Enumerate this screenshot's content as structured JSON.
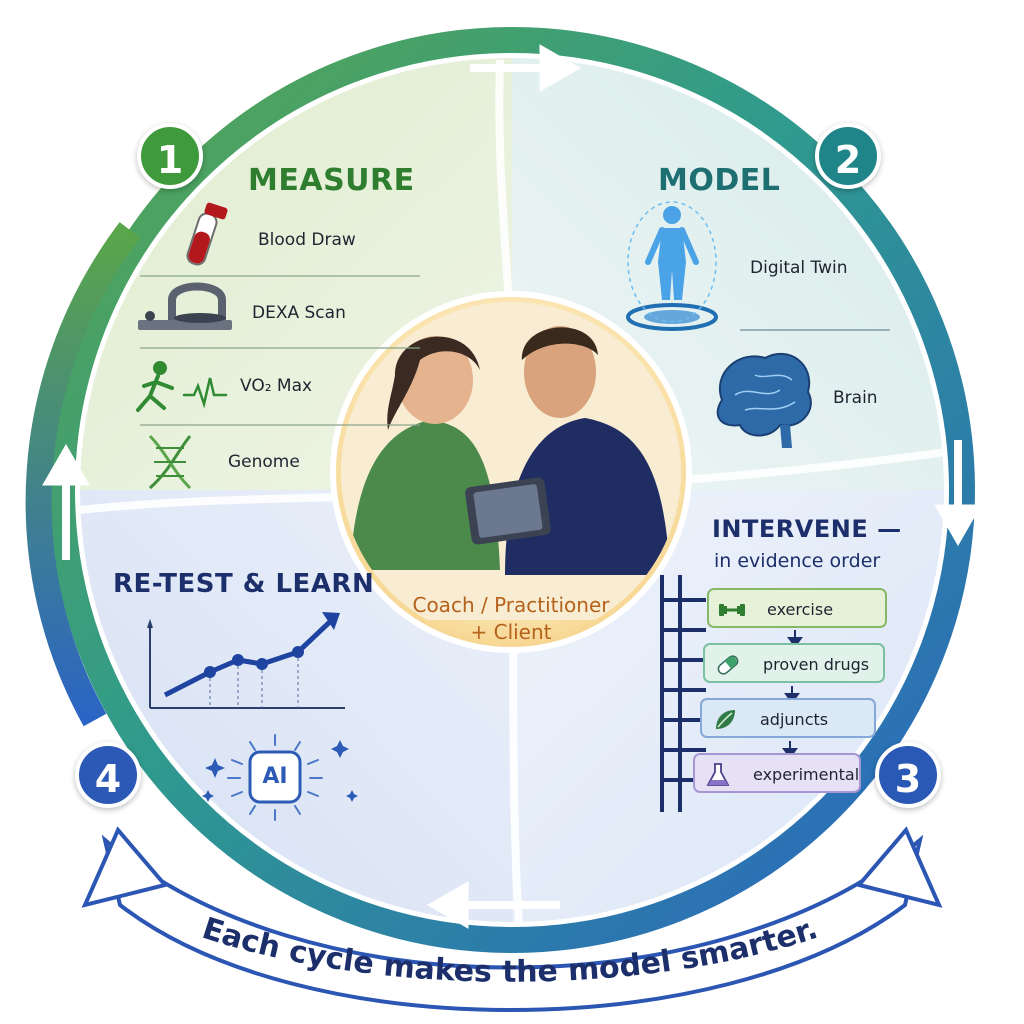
{
  "steps": [
    {
      "number": "1",
      "title": "MEASURE",
      "color": "#3d8f3a",
      "items": [
        "Blood Draw",
        "DEXA Scan",
        "VO₂ Max",
        "Genome"
      ]
    },
    {
      "number": "2",
      "title": "MODEL",
      "color": "#1f7f86",
      "items": [
        "Digital Twin",
        "Brain"
      ]
    },
    {
      "number": "3",
      "title_line1": "INTERVENE —",
      "title_line2": "in evidence order",
      "color": "#2b5bb5",
      "ladder": [
        "exercise",
        "proven drugs",
        "adjuncts",
        "experimental"
      ]
    },
    {
      "number": "4",
      "title": "RE-TEST & LEARN",
      "color": "#2c55b0",
      "ai_label": "AI"
    }
  ],
  "center": {
    "line1": "Coach / Practitioner",
    "line2": "+ Client"
  },
  "footer": "Each cycle makes the model smarter.",
  "colors": {
    "green": "#3e9a3f",
    "teal": "#1f8a8a",
    "blue": "#2b62c0",
    "navy": "#1d3b86",
    "ladder_rails": "#1c2f6b",
    "center_text": "#b5621c"
  },
  "icons": {
    "measure": [
      "blood-tube-icon",
      "dexa-scanner-icon",
      "runner-heartbeat-icon",
      "dna-icon"
    ],
    "model": [
      "digital-twin-body-icon",
      "brain-icon"
    ],
    "intervene": [
      "dumbbell-icon",
      "pill-icon",
      "leaf-icon",
      "flask-icon"
    ],
    "retest": [
      "trend-chart-icon",
      "ai-chip-icon"
    ]
  }
}
